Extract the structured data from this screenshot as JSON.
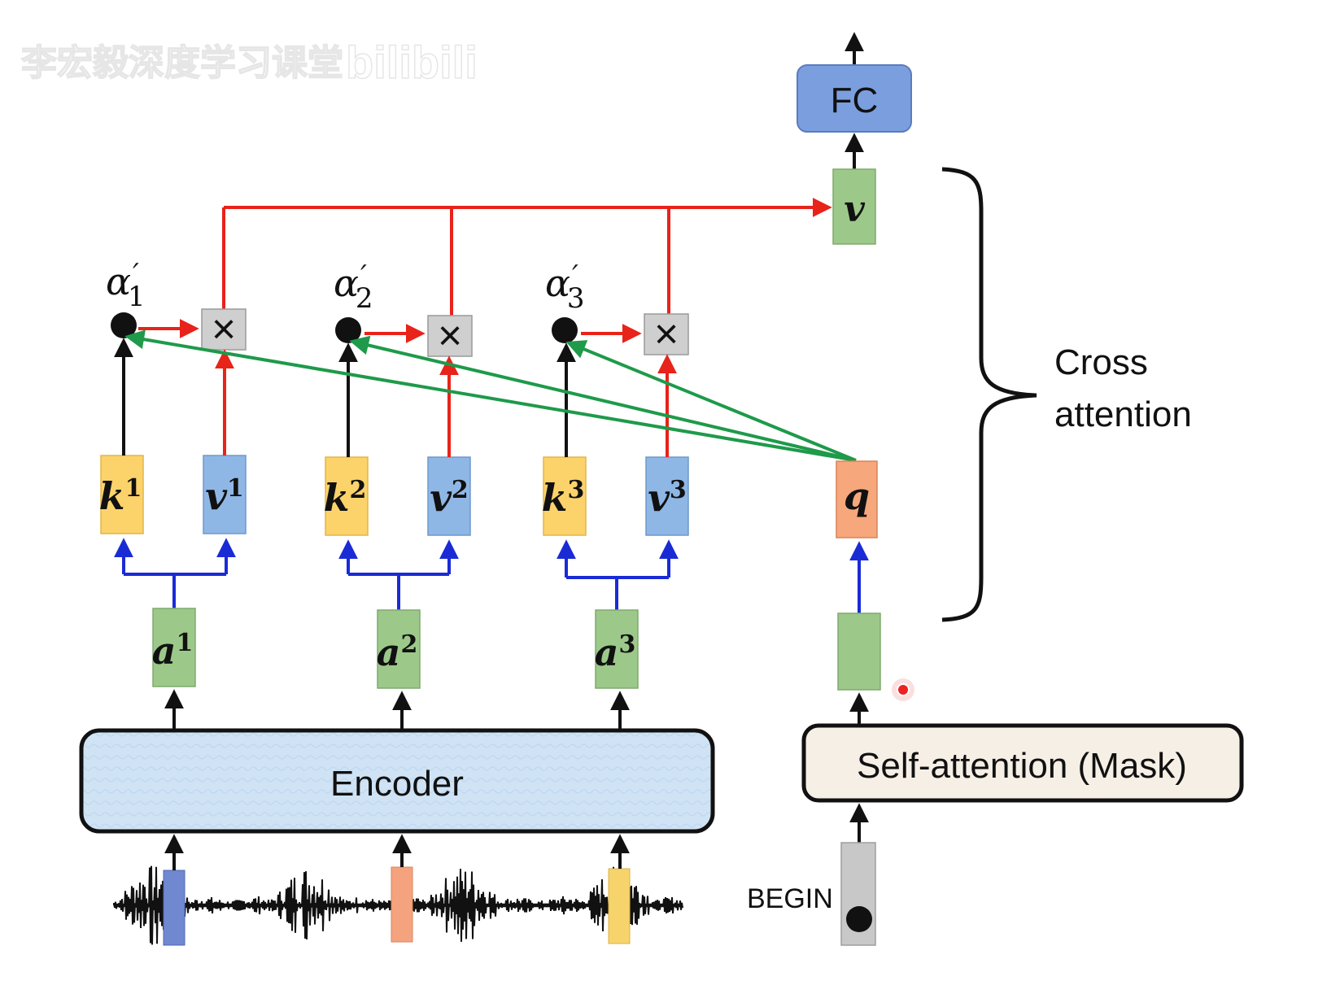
{
  "watermark": {
    "text": "李宏毅深度学习课堂",
    "logo": "bilibili"
  },
  "labels": {
    "fc": "FC",
    "encoder": "Encoder",
    "self_attention": "Self-attention (Mask)",
    "begin": "BEGIN",
    "cross_line1": "Cross",
    "cross_line2": "attention",
    "q": "q",
    "v_out": "v"
  },
  "alphas": [
    {
      "base": "α",
      "prime": "′",
      "sub": "1"
    },
    {
      "base": "α",
      "prime": "′",
      "sub": "2"
    },
    {
      "base": "α",
      "prime": "′",
      "sub": "3"
    }
  ],
  "keys": [
    {
      "base": "k",
      "sup": "1"
    },
    {
      "base": "k",
      "sup": "2"
    },
    {
      "base": "k",
      "sup": "3"
    }
  ],
  "values": [
    {
      "base": "v",
      "sup": "1"
    },
    {
      "base": "v",
      "sup": "2"
    },
    {
      "base": "v",
      "sup": "3"
    }
  ],
  "encoder_outputs": [
    {
      "base": "a",
      "sup": "1"
    },
    {
      "base": "a",
      "sup": "2"
    },
    {
      "base": "a",
      "sup": "3"
    }
  ],
  "multiply_symbol": "×",
  "colors": {
    "red_arrow": "#e8231a",
    "green_arrow": "#1e9a4a",
    "blue_arrow": "#1a2bd6",
    "key_box": "#fbd36a",
    "value_box": "#8fb7e6",
    "encoder_out_box": "#9cc98a",
    "query_box": "#f7a77c",
    "fc_box": "#7b9fde",
    "encoder_fill": "#cfe3f5",
    "self_attn_fill": "#f6efe6",
    "begin_box": "#c8c8c8",
    "waveform_markers": [
      "#6f88d0",
      "#f4a37e",
      "#f7d36c"
    ]
  },
  "icons": {
    "dot": "filled-circle-icon",
    "multiply": "multiply-icon",
    "brace": "right-brace-icon",
    "pointer": "laser-pointer-icon"
  }
}
